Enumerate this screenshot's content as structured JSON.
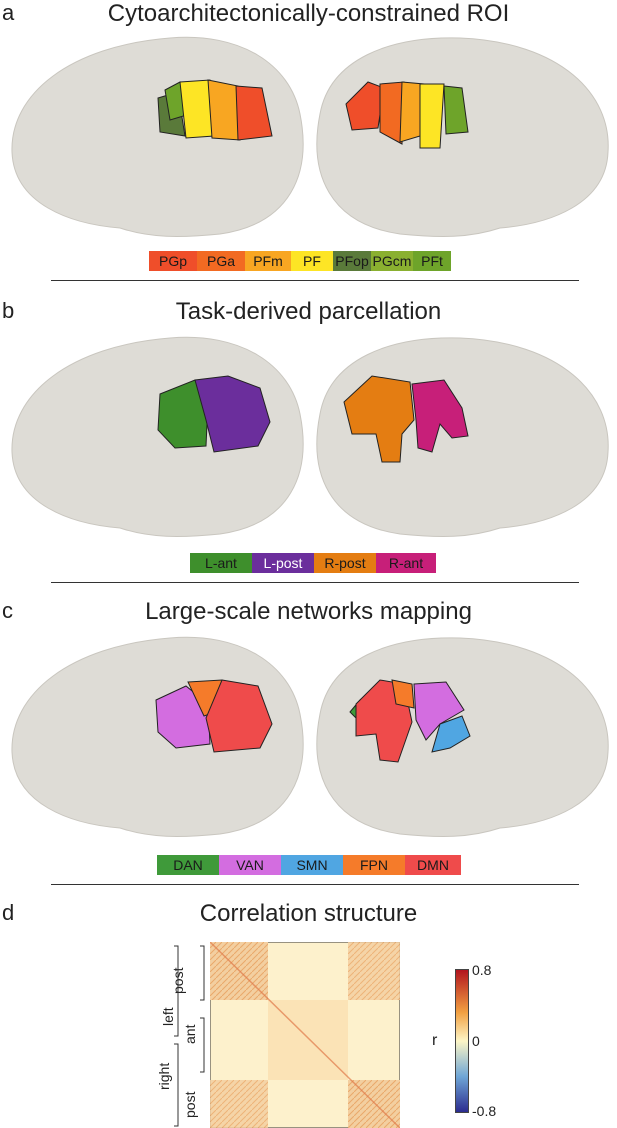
{
  "panels": [
    {
      "letter": "a",
      "title": "Cytoarchitectonically-constrained ROI",
      "legend": [
        {
          "label": "PGp",
          "color": "#ef4e2a"
        },
        {
          "label": "PGa",
          "color": "#f26a22"
        },
        {
          "label": "PFm",
          "color": "#f8a622"
        },
        {
          "label": "PF",
          "color": "#fde525"
        },
        {
          "label": "PFop",
          "color": "#5a7a3a"
        },
        {
          "label": "PGcm",
          "color": "#8ab030"
        },
        {
          "label": "PFt",
          "color": "#6ea42a"
        }
      ]
    },
    {
      "letter": "b",
      "title": "Task-derived parcellation",
      "legend": [
        {
          "label": "L-ant",
          "color": "#3e8f2c"
        },
        {
          "label": "L-post",
          "color": "#6b2e9c"
        },
        {
          "label": "R-post",
          "color": "#e47d12"
        },
        {
          "label": "R-ant",
          "color": "#c71f79"
        }
      ]
    },
    {
      "letter": "c",
      "title": "Large-scale networks mapping",
      "legend": [
        {
          "label": "DAN",
          "color": "#3f9a3a"
        },
        {
          "label": "VAN",
          "color": "#d36de0"
        },
        {
          "label": "SMN",
          "color": "#50a6e2"
        },
        {
          "label": "FPN",
          "color": "#f57b2a"
        },
        {
          "label": "DMN",
          "color": "#ef4b4b"
        }
      ]
    },
    {
      "letter": "d",
      "title": "Correlation structure"
    }
  ],
  "colorbar": {
    "max": "0.8",
    "mid": "0",
    "min": "-0.8",
    "label": "r",
    "colors": [
      "#2b2c8f",
      "#6fa6d6",
      "#fdf6c6",
      "#f2a142",
      "#b2151f"
    ]
  },
  "matrix_labels": {
    "post_top": "post",
    "left": "left",
    "ant": "ant",
    "right": "right",
    "post_bottom": "post"
  },
  "brain_color": "#dddbd5"
}
